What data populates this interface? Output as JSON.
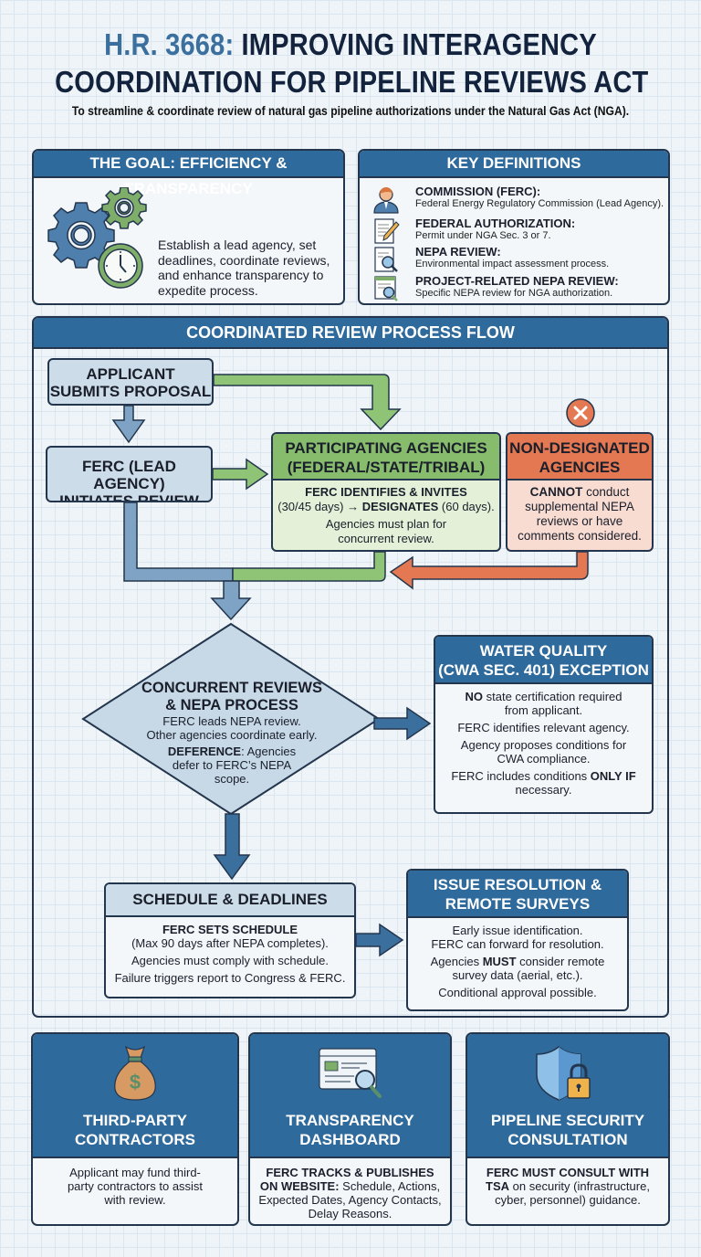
{
  "header": {
    "title_highlight": "H.R. 3668:",
    "title_line1_rest": " IMPROVING INTERAGENCY",
    "title_line2": "COORDINATION FOR PIPELINE REVIEWS ACT",
    "subtitle": "To streamline & coordinate review of natural gas pipeline authorizations under the Natural Gas Act (NGA)."
  },
  "goal": {
    "heading": "THE GOAL: EFFICIENCY & TRANSPARENCY",
    "text": "Establish a lead agency, set deadlines, coordinate reviews, and enhance transparency to expedite process.",
    "icons": [
      "gears-icon",
      "clock-icon"
    ]
  },
  "definitions": {
    "heading": "KEY DEFINITIONS",
    "items": [
      {
        "icon": "person-icon",
        "term": "COMMISSION (FERC):",
        "definition": "Federal Energy Regulatory Commission (Lead Agency)."
      },
      {
        "icon": "document-pen-icon",
        "term": "FEDERAL AUTHORIZATION:",
        "definition": "Permit under NGA Sec. 3 or 7."
      },
      {
        "icon": "document-search-icon",
        "term": "NEPA REVIEW:",
        "definition": "Environmental impact assessment process."
      },
      {
        "icon": "window-search-icon",
        "term": "PROJECT-RELATED NEPA REVIEW:",
        "definition": "Specific NEPA review for NGA authorization."
      }
    ]
  },
  "flow": {
    "heading": "COORDINATED REVIEW PROCESS FLOW",
    "applicant": {
      "line1": "APPLICANT",
      "line2": "SUBMITS PROPOSAL"
    },
    "ferc_initiates": {
      "line1": "FERC (LEAD AGENCY)",
      "line2": "INITIATES REVIEW"
    },
    "participating": {
      "title1": "PARTICIPATING AGENCIES",
      "title2": "(FEDERAL/STATE/TRIBAL)",
      "bold1": "FERC IDENTIFIES & INVITES",
      "days1": "(30/45 days) → ",
      "bold2": "DESIGNATES",
      "days2": " (60 days).",
      "note": "Agencies must plan for concurrent review."
    },
    "non_designated": {
      "title1": "NON-DESIGNATED",
      "title2": "AGENCIES",
      "bold": "CANNOT",
      "text": " conduct supplemental NEPA reviews or have comments considered."
    },
    "concurrent": {
      "title1": "CONCURRENT REVIEWS",
      "title2": "& NEPA PROCESS",
      "line1": "FERC leads NEPA review.",
      "line2": "Other agencies coordinate early.",
      "bold": "DEFERENCE",
      "line3": ": Agencies defer to FERC’s NEPA scope."
    },
    "water": {
      "title1": "WATER QUALITY",
      "title2": "(CWA SEC. 401) EXCEPTION",
      "p1_bold": "NO",
      "p1": " state certification required from applicant.",
      "p2": "FERC identifies relevant agency.",
      "p3": "Agency proposes conditions for CWA compliance.",
      "p4_pre": "FERC includes conditions ",
      "p4_bold": "ONLY IF",
      "p4_post": " necessary."
    },
    "schedule": {
      "title": "SCHEDULE & DEADLINES",
      "bold": "FERC SETS SCHEDULE",
      "p1": "(Max 90 days after NEPA completes).",
      "p2": "Agencies must comply with schedule.",
      "p3": "Failure triggers report to Congress & FERC."
    },
    "issue": {
      "title1": "ISSUE RESOLUTION &",
      "title2": "REMOTE SURVEYS",
      "p1": "Early issue identification.",
      "p2": "FERC can forward for resolution.",
      "p3_pre": "Agencies ",
      "p3_bold": "MUST",
      "p3_post": " consider remote survey data (aerial, etc.).",
      "p4": "Conditional approval possible."
    }
  },
  "cards": [
    {
      "icon": "money-bag-icon",
      "title1": "THIRD-PARTY",
      "title2": "CONTRACTORS",
      "bold": "",
      "text": "Applicant may fund third-party contractors to assist with review."
    },
    {
      "icon": "dashboard-search-icon",
      "title1": "TRANSPARENCY",
      "title2": "DASHBOARD",
      "bold": "FERC TRACKS & PUBLISHES ON WEBSITE:",
      "text": " Schedule, Actions, Expected Dates, Agency Contacts, Delay Reasons."
    },
    {
      "icon": "shield-lock-icon",
      "title1": "PIPELINE SECURITY",
      "title2": "CONSULTATION",
      "bold": "FERC MUST CONSULT WITH TSA",
      "text": " on security (infrastructure, cyber, personnel) guidance."
    }
  ],
  "colors": {
    "primary_blue": "#2f6a9c",
    "green": "#87bc6c",
    "orange": "#e47852",
    "dark_outline": "#24364d",
    "light_blue_gray": "#ccdce8"
  }
}
